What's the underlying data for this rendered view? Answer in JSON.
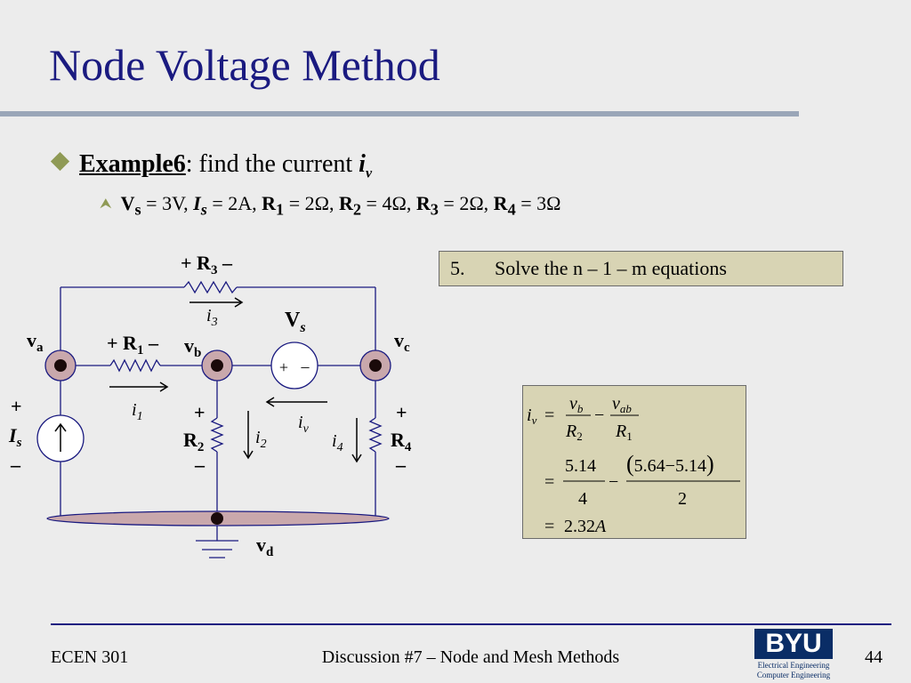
{
  "slide": {
    "title": "Node Voltage Method",
    "bullet": {
      "label": "Example6",
      "text": ": find the current ",
      "var": "i",
      "var_sub": "v"
    },
    "params": [
      {
        "name": "V",
        "sub": "s",
        "value": "3V"
      },
      {
        "name": "I",
        "sub": "s",
        "value": "2A"
      },
      {
        "name": "R",
        "sub": "1",
        "value": "2Ω"
      },
      {
        "name": "R",
        "sub": "2",
        "value": "4Ω"
      },
      {
        "name": "R",
        "sub": "3",
        "value": "2Ω"
      },
      {
        "name": "R",
        "sub": "4",
        "value": "3Ω"
      }
    ],
    "step": {
      "number": "5.",
      "text": "Solve the n – 1 – m equations"
    }
  },
  "circuit": {
    "plus": "+",
    "minus": "–",
    "nodes": {
      "a": "a",
      "b": "b",
      "c": "c",
      "d": "d",
      "letter": "v"
    },
    "resistors": {
      "R1": {
        "letter": "R",
        "sub": "1"
      },
      "R2": {
        "letter": "R",
        "sub": "2"
      },
      "R3": {
        "letter": "R",
        "sub": "3"
      },
      "R4": {
        "letter": "R",
        "sub": "4"
      }
    },
    "currents": {
      "letter": "i",
      "i1": "1",
      "i2": "2",
      "i3": "3",
      "i4": "4",
      "iv": "v"
    },
    "sources": {
      "Vs": {
        "letter": "V",
        "sub": "s"
      },
      "Is": {
        "letter": "I",
        "sub": "s"
      }
    }
  },
  "equation": {
    "lhs": {
      "letter": "i",
      "sub": "v"
    },
    "eq": "=",
    "minus": "−",
    "line1": {
      "num1": "v",
      "num1_sub": "b",
      "den1": "R",
      "den1_sub": "2",
      "num2": "v",
      "num2_sub": "ab",
      "den2": "R",
      "den2_sub": "1"
    },
    "line2": {
      "num1": "5.14",
      "den1": "4",
      "num2_open": "(",
      "num2": "5.64−5.14",
      "num2_close": ")",
      "den2": "2"
    },
    "line3": {
      "result": "2.32",
      "unit": "A"
    }
  },
  "footer": {
    "course": "ECEN 301",
    "title": "Discussion #7 – Node and Mesh Methods",
    "page": "44"
  },
  "logo": {
    "name": "BYU",
    "line1": "Electrical Engineering",
    "line2": "Computer Engineering"
  },
  "colors": {
    "title": "#1a1a80",
    "accent": "#8f9a55",
    "box": "#d8d4b4",
    "node_fill": "#c9a8ac",
    "wire": "#1a1a80",
    "ground_ellipse": "#c9a8ac"
  }
}
